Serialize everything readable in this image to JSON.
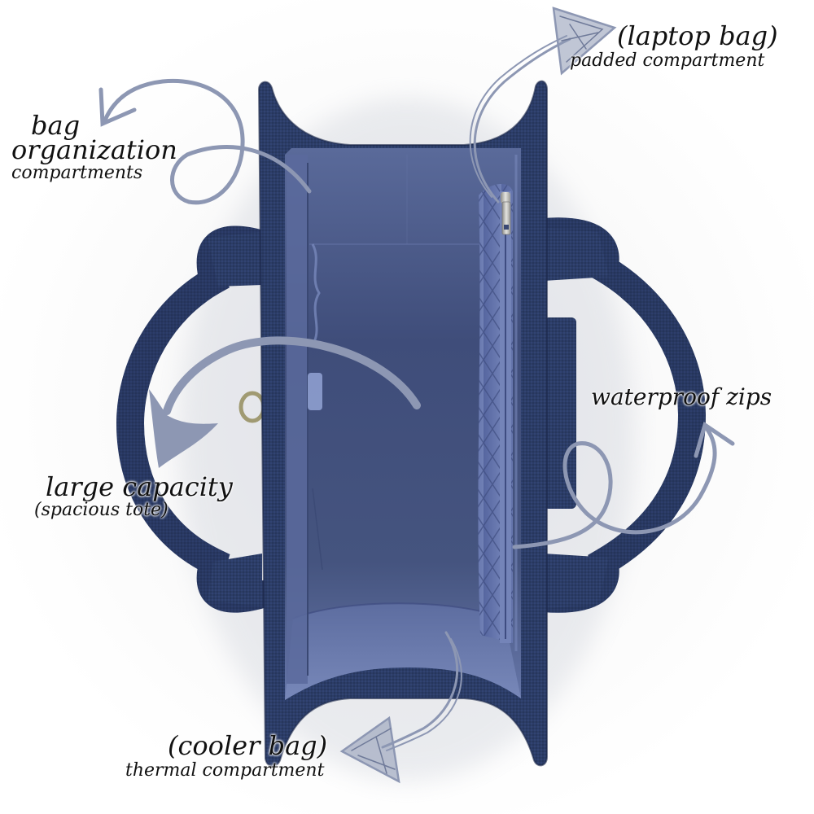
{
  "image": {
    "subject": "Top-down view of an open navy tote bag with interior compartments",
    "background_color": "#ffffff"
  },
  "colors": {
    "bag_fabric": "#2c3d66",
    "bag_fabric_dark": "#1f2d52",
    "bag_fabric_light": "#4a5d8c",
    "lining": "#4f5f8f",
    "lining_light": "#6e7fb0",
    "lining_dark": "#3a4873",
    "arrow": "#8d97b3",
    "zipper_metal": "#b9b9b5",
    "d_ring": "#a09a72",
    "text": "#111111"
  },
  "annotations": {
    "organization": {
      "line1": "bag",
      "line2": "organization",
      "line3": "compartments"
    },
    "laptop": {
      "line1": "(laptop bag)",
      "line2": "padded compartment"
    },
    "capacity": {
      "line1": "large capacity",
      "line2": "(spacious tote)"
    },
    "zips": {
      "line1": "waterproof zips"
    },
    "cooler": {
      "line1": "(cooler bag)",
      "line2": "thermal compartment"
    }
  },
  "icons": {
    "organization_arrow": "curved-loop-arrow-icon",
    "laptop_arrow": "sketch-arrow-up-right-icon",
    "capacity_arrow": "bold-curved-arrow-down-left-icon",
    "zips_arrow": "loop-arrow-up-icon",
    "cooler_arrow": "sketch-arrow-down-left-icon"
  }
}
